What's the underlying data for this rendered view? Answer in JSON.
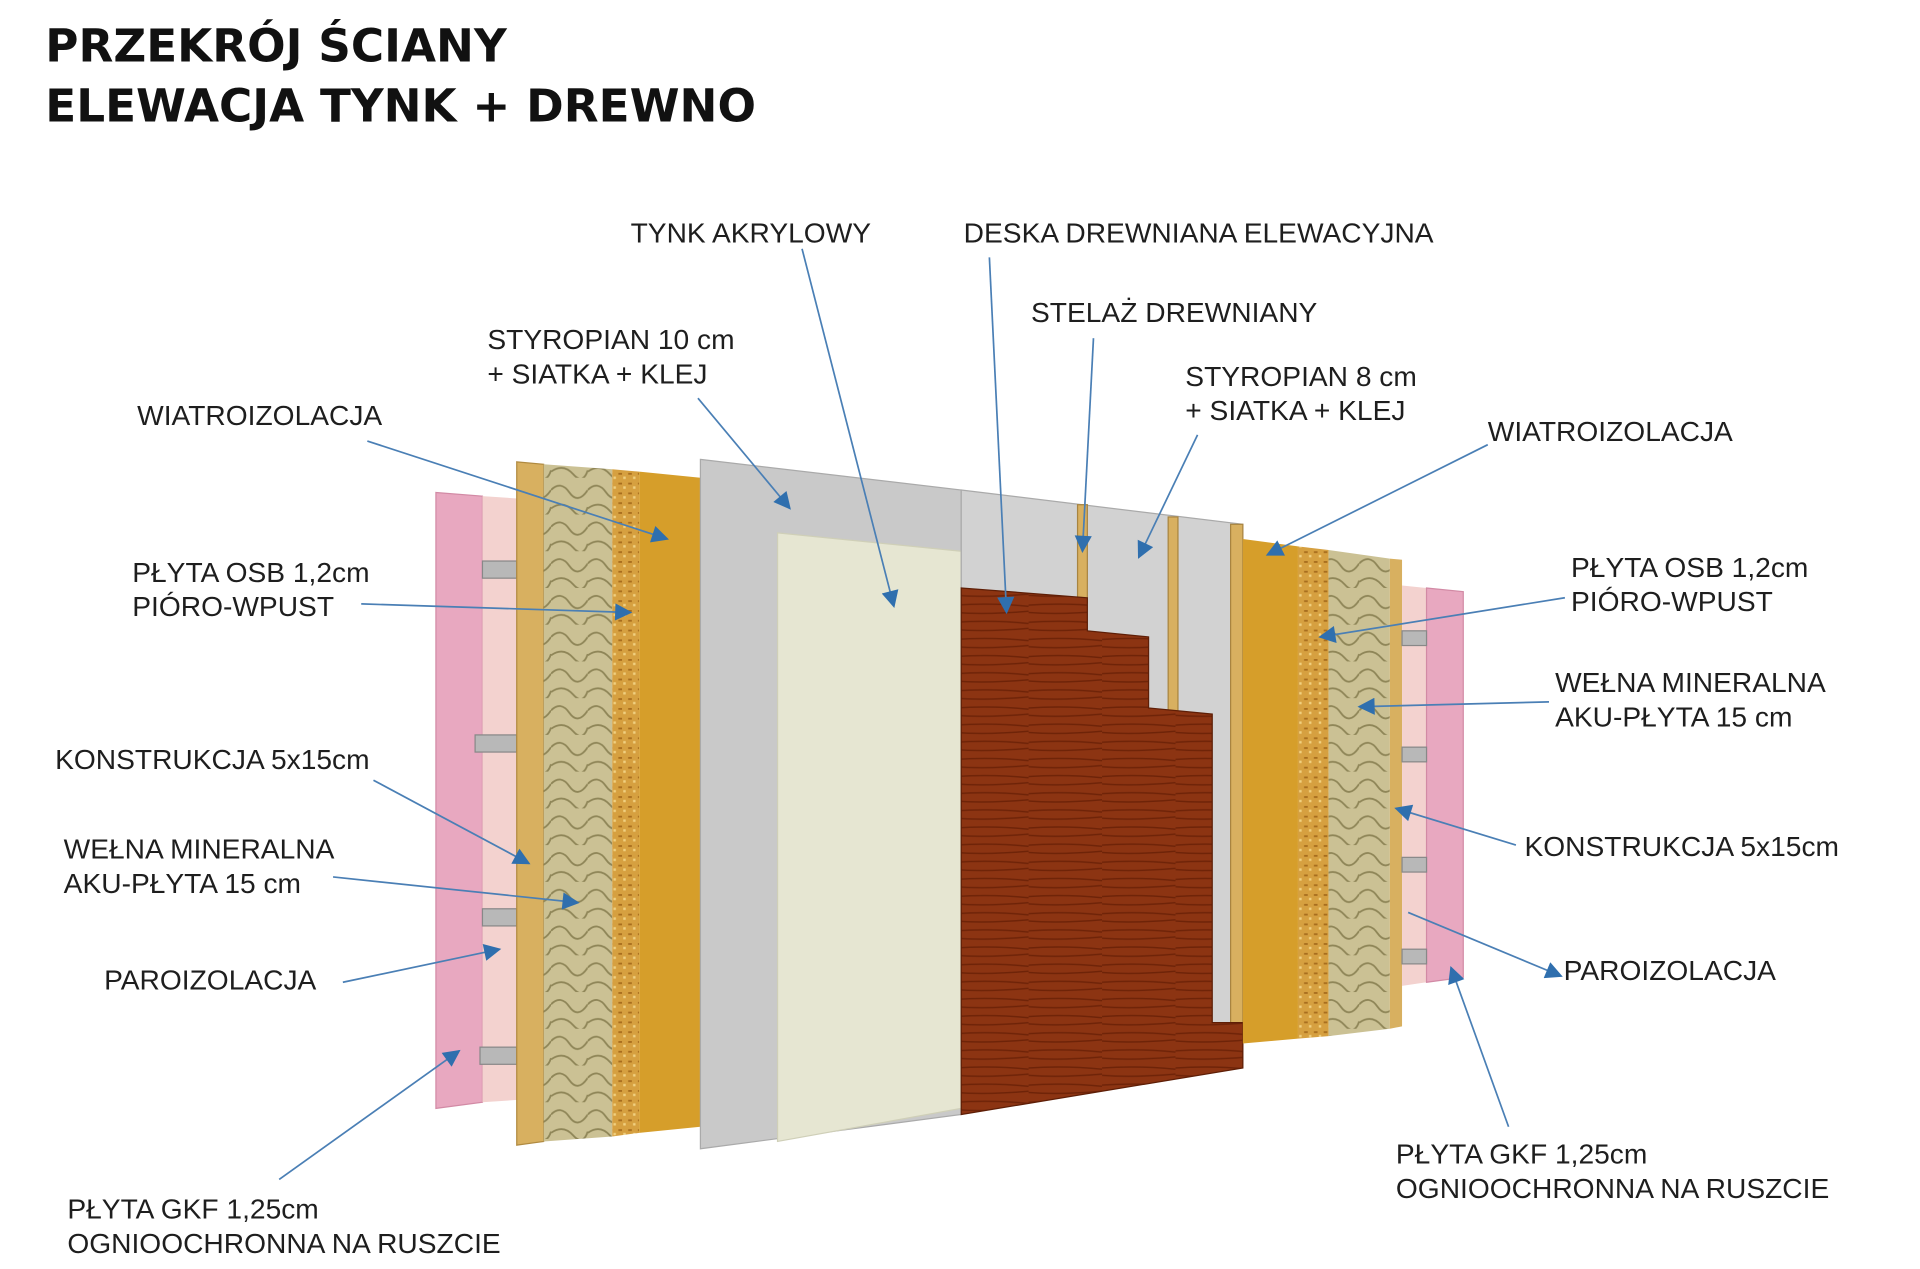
{
  "title": {
    "line1": "PRZEKRÓJ ŚCIANY",
    "line2": "ELEWACJA TYNK + DREWNO"
  },
  "labels": {
    "tynk": "TYNK AKRYLOWY",
    "deska": "DESKA DREWNIANA ELEWACYJNA",
    "stelaz": "STELAŻ DREWNIANY",
    "styro8_1": "STYROPIAN 8 cm",
    "styro8_2": "+ SIATKA + KLEJ",
    "wiatro_r": "WIATROIZOLACJA",
    "styro10_1": "STYROPIAN 10 cm",
    "styro10_2": "+ SIATKA + KLEJ",
    "wiatro_l": "WIATROIZOLACJA",
    "osb_l1": "PŁYTA OSB 1,2cm",
    "osb_l2": "PIÓRO-WPUST",
    "konstr_l": "KONSTRUKCJA 5x15cm",
    "welna_l1": "WEŁNA MINERALNA",
    "welna_l2": "AKU-PŁYTA 15 cm",
    "paro_l": "PAROIZOLACJA",
    "gkf_l1": "PŁYTA GKF 1,25cm",
    "gkf_l2": "OGNIOOCHRONNA NA RUSZCIE",
    "osb_r1": "PŁYTA OSB 1,2cm",
    "osb_r2": "PIÓRO-WPUST",
    "welna_r1": "WEŁNA MINERALNA",
    "welna_r2": "AKU-PŁYTA 15 cm",
    "konstr_r": "KONSTRUKCJA 5x15cm",
    "paro_r": "PAROIZOLACJA",
    "gkf_r1": "PŁYTA GKF 1,25cm",
    "gkf_r2": "OGNIOOCHRONNA NA RUSZCIE"
  },
  "colors": {
    "arrow": "#2f6fae",
    "gkf": "#e8a8c0",
    "paroizolacja": "#f3d2cf",
    "wood": "#d8b060",
    "wool": "#c9bf8e",
    "osb": "#d49a3a",
    "wiatroizolacja": "#d69e2a",
    "styropian": "#c9c9c9",
    "tynk": "#e6e6d2",
    "deska": "#8c3412"
  }
}
